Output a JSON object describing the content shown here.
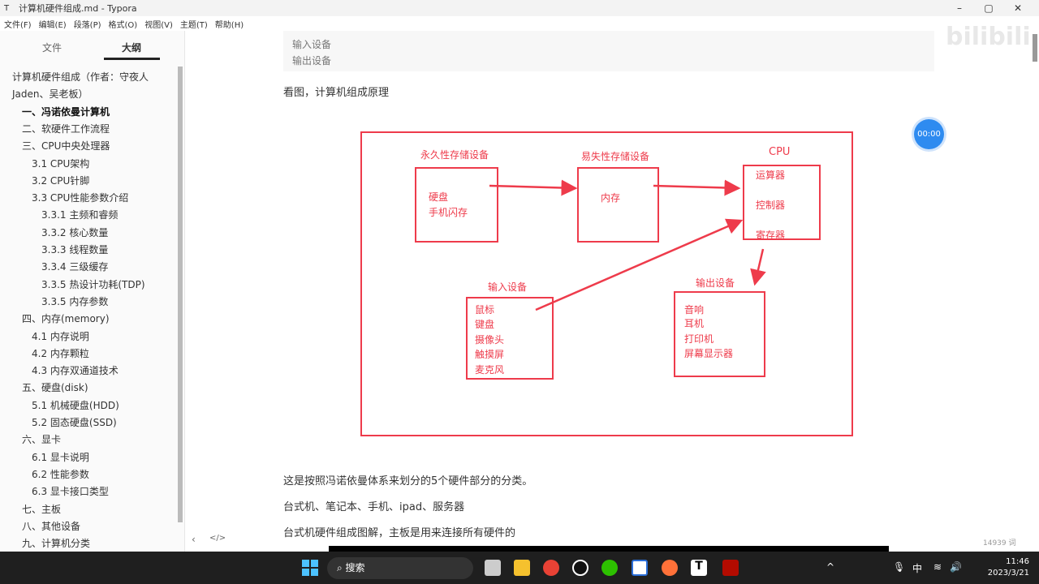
{
  "window": {
    "title": "计算机硬件组成.md - Typora",
    "app_icon": "T",
    "controls": [
      "–",
      "▢",
      "✕"
    ]
  },
  "menu": [
    "文件(F)",
    "编辑(E)",
    "段落(P)",
    "格式(O)",
    "视图(V)",
    "主题(T)",
    "帮助(H)"
  ],
  "sidebar": {
    "tabs": [
      "文件",
      "大纲"
    ],
    "active_tab": "大纲",
    "outline": [
      {
        "text": "计算机硬件组成（作者：守夜人",
        "level": 0
      },
      {
        "text": "Jaden、吴老板）",
        "level": 0
      },
      {
        "text": "一、冯诺依曼计算机",
        "level": 1,
        "active": true
      },
      {
        "text": "二、软硬件工作流程",
        "level": 1
      },
      {
        "text": "三、CPU中央处理器",
        "level": 1
      },
      {
        "text": "3.1 CPU架构",
        "level": 2
      },
      {
        "text": "3.2 CPU针脚",
        "level": 2
      },
      {
        "text": "3.3 CPU性能参数介绍",
        "level": 2
      },
      {
        "text": "3.3.1 主频和睿频",
        "level": 3
      },
      {
        "text": "3.3.2 核心数量",
        "level": 3
      },
      {
        "text": "3.3.3 线程数量",
        "level": 3
      },
      {
        "text": "3.3.4 三级缓存",
        "level": 3
      },
      {
        "text": "3.3.5 热设计功耗(TDP)",
        "level": 3
      },
      {
        "text": "3.3.5 内存参数",
        "level": 3
      },
      {
        "text": "四、内存(memory)",
        "level": 1
      },
      {
        "text": "4.1 内存说明",
        "level": 2
      },
      {
        "text": "4.2 内存颗粒",
        "level": 2
      },
      {
        "text": "4.3 内存双通道技术",
        "level": 2
      },
      {
        "text": "五、硬盘(disk)",
        "level": 1
      },
      {
        "text": "5.1 机械硬盘(HDD)",
        "level": 2
      },
      {
        "text": "5.2 固态硬盘(SSD)",
        "level": 2
      },
      {
        "text": "六、显卡",
        "level": 1
      },
      {
        "text": "6.1 显卡说明",
        "level": 2
      },
      {
        "text": "6.2 性能参数",
        "level": 2
      },
      {
        "text": "6.3 显卡接口类型",
        "level": 2
      },
      {
        "text": "七、主板",
        "level": 1
      },
      {
        "text": "八、其他设备",
        "level": 1
      },
      {
        "text": "九、计算机分类",
        "level": 1
      }
    ],
    "bottom_icons": [
      "‹",
      "</>"
    ]
  },
  "main": {
    "code_lines": [
      "输入设备",
      "输出设备"
    ],
    "p1": "看图，计算机组成原理",
    "p2": "这是按照冯诺依曼体系来划分的5个硬件部分的分类。",
    "p3": "台式机、笔记本、手机、ipad、服务器",
    "p4": "台式机硬件组成图解，主板是用来连接所有硬件的",
    "word_count": "14939 词"
  },
  "diagram": {
    "color": "#ee3b4b",
    "permanent": {
      "label": "永久性存储设备",
      "items": [
        "硬盘",
        "手机闪存"
      ]
    },
    "volatile": {
      "label": "易失性存储设备",
      "items": [
        "内存"
      ]
    },
    "cpu": {
      "label": "CPU",
      "items": [
        "运算器",
        "控制器",
        "寄存器"
      ]
    },
    "input": {
      "label": "输入设备",
      "items": [
        "鼠标",
        "键盘",
        "摄像头",
        "触摸屏",
        "麦克风"
      ]
    },
    "output": {
      "label": "输出设备",
      "items": [
        "音响",
        "耳机",
        "打印机",
        "屏幕显示器"
      ]
    }
  },
  "overlay": {
    "timer": "00:00",
    "watermark": "bilibili"
  },
  "taskbar": {
    "search": "搜索",
    "ime": "中",
    "time": "11:46",
    "date": "2023/3/21"
  }
}
